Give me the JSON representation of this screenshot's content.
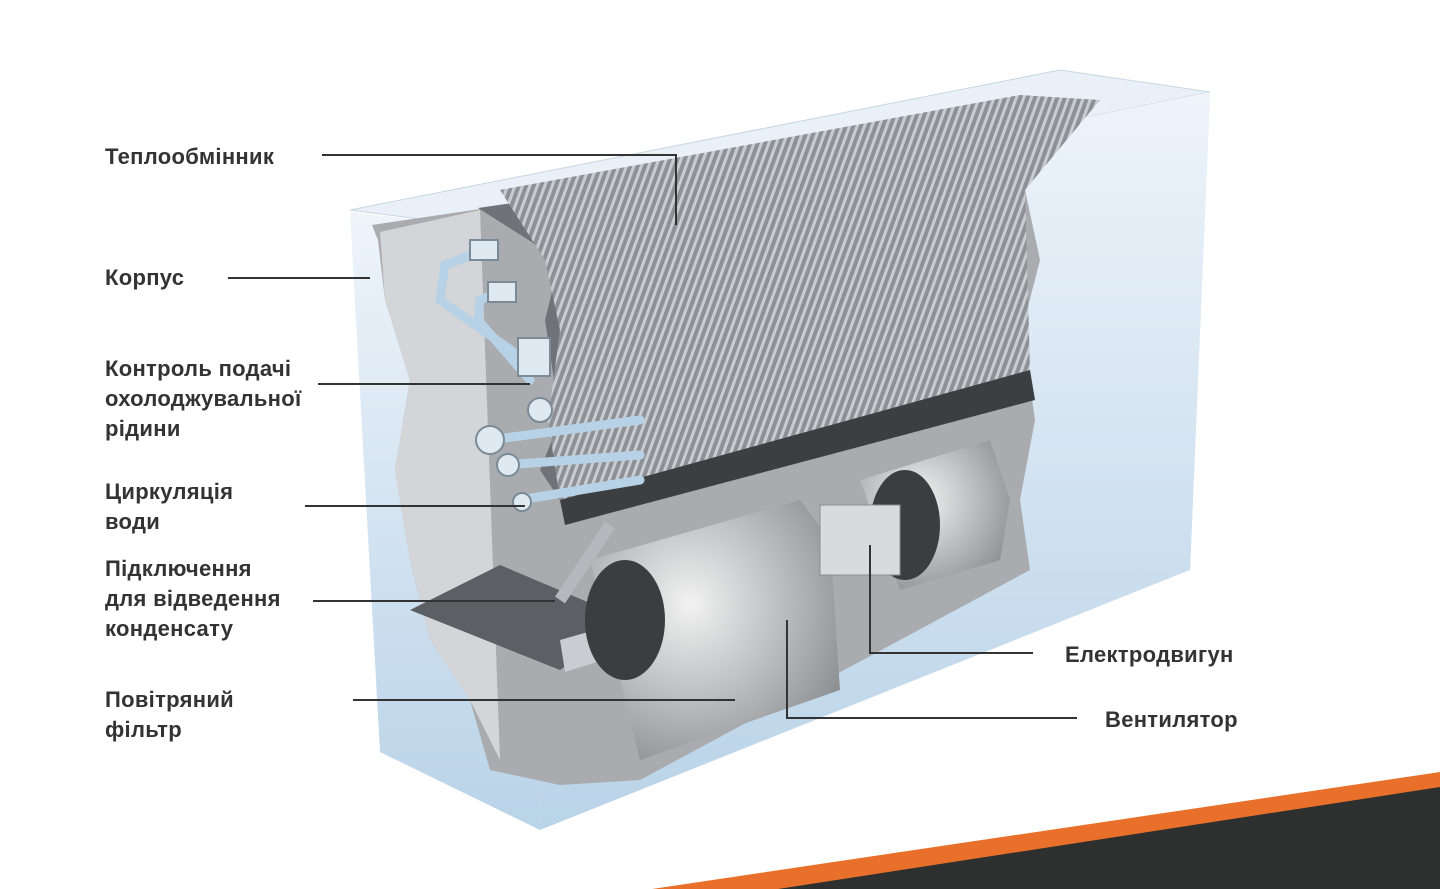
{
  "labels": {
    "heat_exchanger": "Теплообмінник",
    "casing": "Корпус",
    "coolant_control": "Контроль подачі\nохолоджувальної\nрідини",
    "water_circulation": "Циркуляція\nводи",
    "condensate_connection": "Підключення\nдля відведення\nконденсату",
    "air_filter": "Повітряний\nфільтр",
    "motor": "Електродвигун",
    "fan": "Вентилятор"
  },
  "colors": {
    "accent_orange": "#E8702A",
    "dark_band": "#2E3030",
    "casing_blue": "#D6E6F2",
    "text": "#333333"
  }
}
